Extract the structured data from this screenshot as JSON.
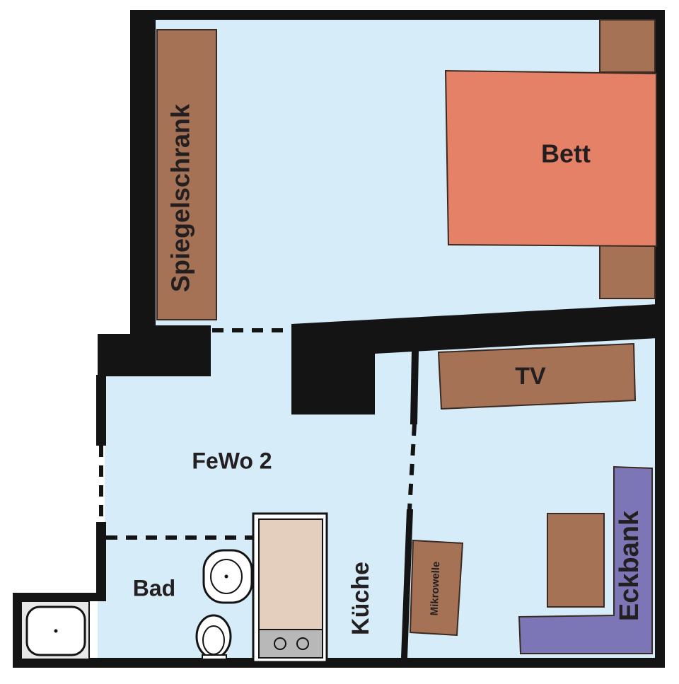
{
  "plan": {
    "apartment_label": "FeWo 2",
    "rooms": {
      "bath": "Bad",
      "kitchen": "Küche"
    },
    "furniture": {
      "mirror_cabinet": "Spiegelschrank",
      "bed": "Bett",
      "tv": "TV",
      "microwave": "Mikrowelle",
      "corner_bench": "Eckbank"
    },
    "colors": {
      "floor": "#d6ecf9",
      "wall": "#141414",
      "wood": "#a67256",
      "bed": "#e58166",
      "bench": "#7d76b6",
      "counter": "#e4cfbf",
      "stove": "#b8b8b8"
    }
  }
}
